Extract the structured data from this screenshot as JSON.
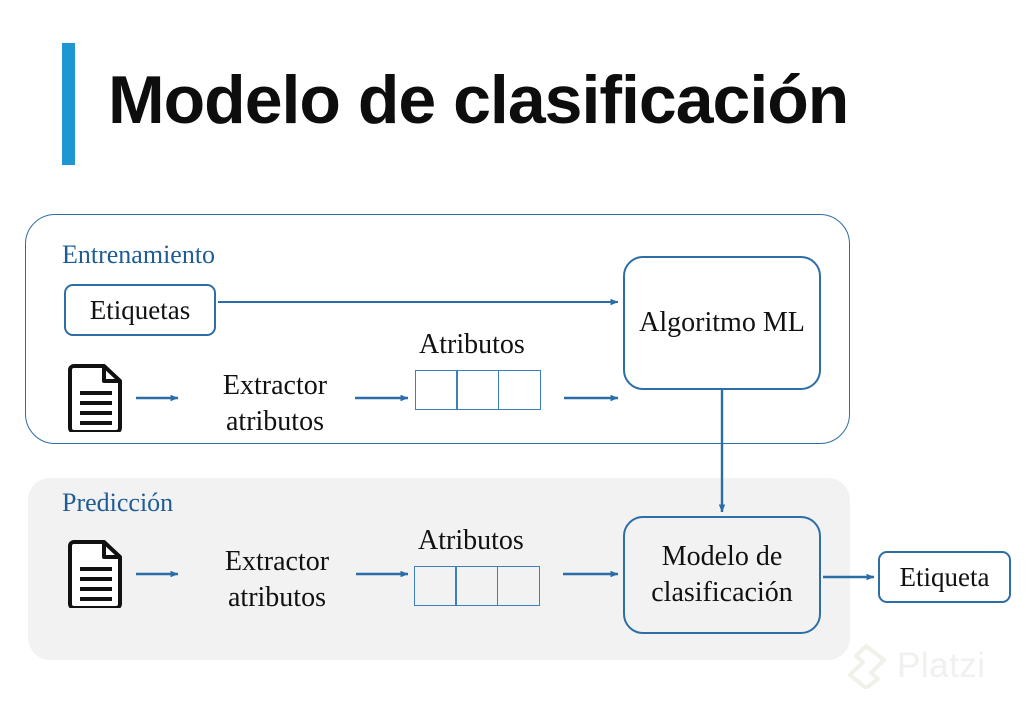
{
  "slide": {
    "title": "Modelo de clasificación",
    "accent_color": "#1d96d1",
    "background": "#ffffff"
  },
  "training_section": {
    "label": "Entrenamiento",
    "label_color": "#1f5c94",
    "panel_border_color": "#2e6ea6",
    "panel_background": "#ffffff",
    "labels_box": "Etiquetas",
    "document_icon": "document-icon",
    "extractor": "Extractor\natributos",
    "attributes_label": "Atributos",
    "attributes_cells": [
      "",
      "",
      ""
    ],
    "algorithm_box": "Algoritmo\nML"
  },
  "prediction_section": {
    "label": "Predicción",
    "label_color": "#1f5c94",
    "panel_background": "#f2f2f2",
    "document_icon": "document-icon",
    "extractor": "Extractor\natributos",
    "attributes_label": "Atributos",
    "attributes_cells": [
      "",
      "",
      ""
    ],
    "model_box": "Modelo de\nclasificación",
    "output_box": "Etiqueta"
  },
  "connectors": {
    "color": "#2b6da6",
    "training_labels_to_algorithm": "arrow-right",
    "training_doc_to_extractor": "arrow-right",
    "training_extractor_to_attributes": "arrow-right",
    "training_attributes_to_algorithm": "arrow-right",
    "algorithm_to_model": "arrow-down",
    "prediction_doc_to_extractor": "arrow-right",
    "prediction_extractor_to_attributes": "arrow-right",
    "prediction_attributes_to_model": "arrow-right",
    "model_to_output": "arrow-right"
  },
  "watermark": {
    "brand": "Platzi",
    "logo": "platzi-logo-icon"
  }
}
